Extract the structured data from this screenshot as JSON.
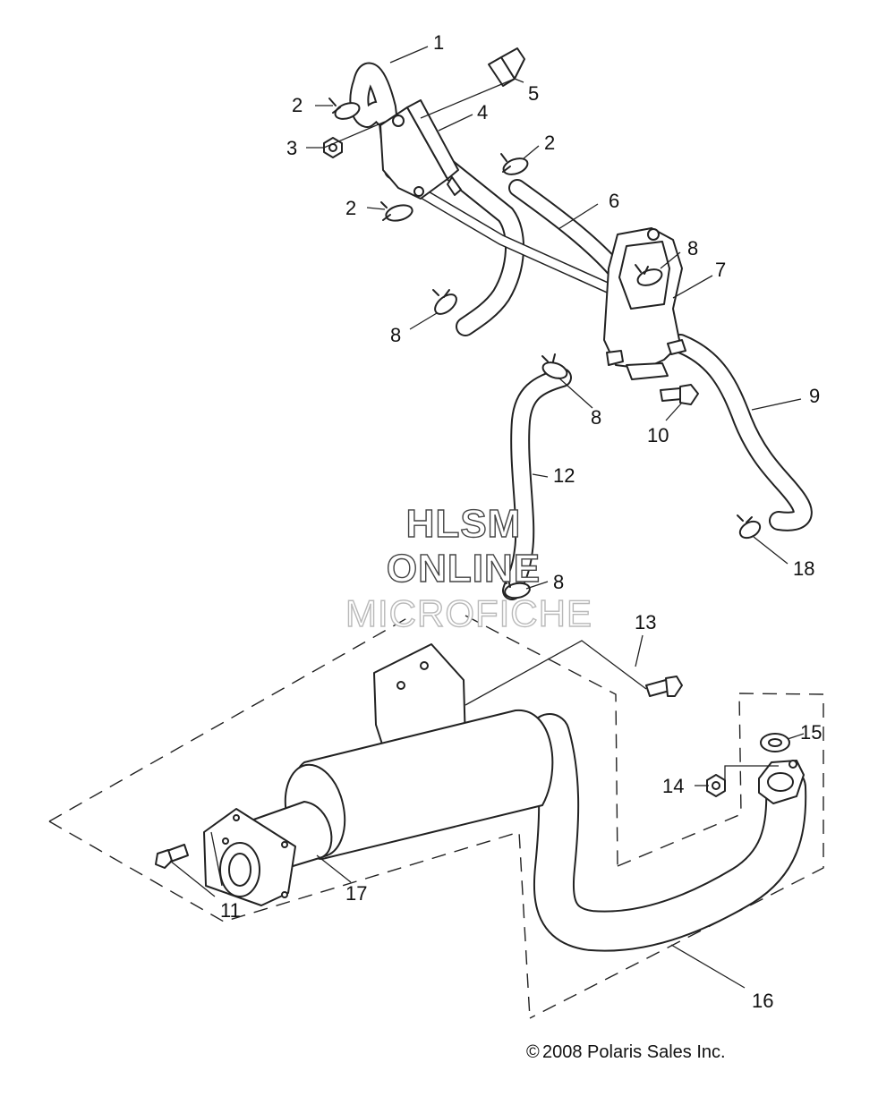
{
  "callouts": {
    "c1": "1",
    "c2a": "2",
    "c2b": "2",
    "c2c": "2",
    "c3": "3",
    "c4": "4",
    "c5": "5",
    "c6": "6",
    "c7": "7",
    "c8a": "8",
    "c8b": "8",
    "c8c": "8",
    "c8d": "8",
    "c9": "9",
    "c10": "10",
    "c11": "11",
    "c12": "12",
    "c13": "13",
    "c14": "14",
    "c15": "15",
    "c16": "16",
    "c17": "17",
    "c18": "18"
  },
  "watermark": {
    "line1": "HLSM",
    "line2": "ONLINE",
    "line3": "MICROFICHE"
  },
  "copyright": {
    "symbol": "©",
    "text": "2008 Polaris Sales Inc."
  },
  "colors": {
    "ink": "#222222",
    "paper": "#ffffff",
    "watermark_light": "#b9b9b9"
  }
}
